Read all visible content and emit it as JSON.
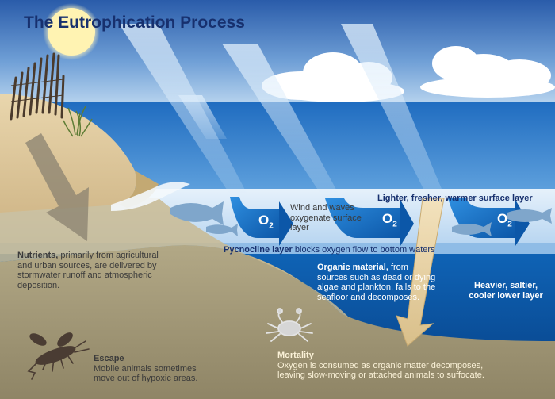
{
  "title": "The Eutrophication Process",
  "labels": {
    "wind": "Wind and waves oxygenate surface layer",
    "surface_layer": "Lighter, fresher, warmer surface layer",
    "pycnocline_bold": "Pycnocline layer",
    "pycnocline_rest": "blocks oxygen flow to bottom waters",
    "nutrients_bold": "Nutrients,",
    "nutrients_rest": "primarily from agricultural and urban sources, are delivered by stormwater runoff and atmospheric deposition.",
    "organic_bold": "Organic material,",
    "organic_rest": "from sources such as dead or dying algae and plankton, falls to the seafloor and decomposes.",
    "lower_layer": "Heavier, saltier, cooler lower layer",
    "escape_head": "Escape",
    "escape_body": "Mobile animals sometimes move out of hypoxic areas.",
    "mortality_head": "Mortality",
    "mortality_body": "Oxygen is consumed as organic matter decomposes, leaving slow-moving or attached animals to suffocate."
  },
  "o2_label": "O",
  "o2_sub": "2",
  "colors": {
    "title": "#17306e",
    "sky_top": "#2f63b0",
    "sky_bottom": "#b9d6f0",
    "ocean": "#2f7cc8",
    "deep_water": "#0d5cae",
    "surface_band": "#cfe4f7",
    "sand": "#dcc59a",
    "seafloor": "#a69b7c",
    "arrow_tan": "#e9d3a3"
  }
}
